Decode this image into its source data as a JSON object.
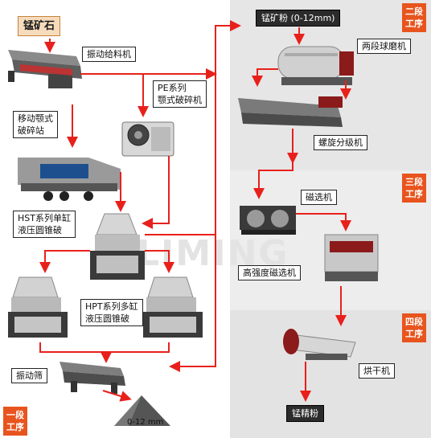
{
  "ore_label": "锰矿石",
  "stages": {
    "one": [
      "一段",
      "工序"
    ],
    "two": [
      "二段",
      "工序"
    ],
    "three": [
      "三段",
      "工序"
    ],
    "four": [
      "四段",
      "工序"
    ]
  },
  "labels": {
    "vibrating_feeder": "振动给料机",
    "pe_jaw_crusher": [
      "PE系列",
      "颚式破碎机"
    ],
    "mobile_crusher": [
      "移动颚式",
      "破碎站"
    ],
    "hst_cone": [
      "HST系列单缸",
      "液压圆锥破"
    ],
    "hpt_cone": [
      "HPT系列多缸",
      "液压圆锥破"
    ],
    "vibrating_screen": "振动筛",
    "pile_size": "0-12 mm",
    "powder_feed": "锰矿粉 (0-12mm)",
    "ball_mill": "两段球磨机",
    "spiral_classifier": "螺旋分级机",
    "magnetic_separator": "磁选机",
    "high_intensity_separator": "高强度磁选机",
    "dryer": "烘干机",
    "concentrate": "锰精粉"
  },
  "watermark": "LIMING",
  "colors": {
    "arrow": "#e8201c",
    "stage_tag": "#e8541e",
    "ore_box": "#f6dcbc"
  }
}
